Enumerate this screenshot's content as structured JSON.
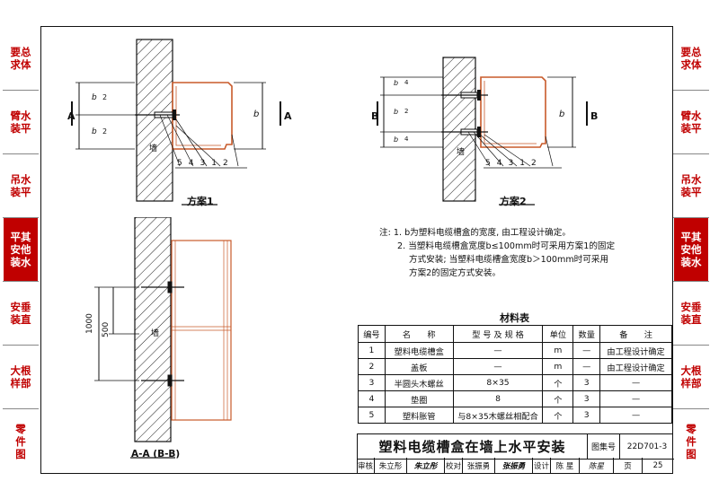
{
  "left_tabs": [
    {
      "label": "要总\n求体"
    },
    {
      "label": "臂水\n装平"
    },
    {
      "label": "吊水\n装平"
    },
    {
      "label": "平其\n安他\n装水"
    },
    {
      "label": "安垂\n装直"
    },
    {
      "label": "大根\n样部"
    },
    {
      "label": "零\n件\n图"
    }
  ],
  "right_tabs": [
    {
      "label": "要总\n求体"
    },
    {
      "label": "臂水\n装平"
    },
    {
      "label": "吊水\n装平"
    },
    {
      "label": "平其\n安他\n装水"
    },
    {
      "label": "安垂\n装直"
    },
    {
      "label": "大根\n样部"
    },
    {
      "label": "零\n件\n图"
    }
  ],
  "diagram1": {
    "caption": "方案1",
    "section_mark": "A",
    "wall_label": "墙",
    "dim_b": "b",
    "dim_b2": "2",
    "callouts": [
      "5",
      "4",
      "3",
      "1",
      "2"
    ]
  },
  "diagram2": {
    "caption": "方案2",
    "section_mark": "B",
    "wall_label": "墙",
    "dim_b": "b",
    "dim_b2": "2",
    "dim_b4": "4",
    "callouts": [
      "5",
      "4",
      "3",
      "1",
      "2"
    ]
  },
  "diagram3": {
    "caption": "A-A  (B-B)",
    "wall_label": "墙",
    "dim_1000": "1000",
    "dim_500": "500"
  },
  "notes": {
    "line1": "注: 1. b为塑料电缆槽盒的宽度, 由工程设计确定。",
    "line2": "2. 当塑料电缆槽盒宽度b≤100mm时可采用方案1的固定",
    "line3": "方式安装; 当塑料电缆槽盒宽度b＞100mm时可采用",
    "line4": "方案2的固定方式安装。"
  },
  "materials": {
    "title": "材料表",
    "headers": [
      "编号",
      "名　　称",
      "型 号 及 规 格",
      "单位",
      "数量",
      "备　　注"
    ],
    "rows": [
      [
        "1",
        "塑料电缆槽盒",
        "—",
        "m",
        "—",
        "由工程设计确定"
      ],
      [
        "2",
        "盖板",
        "—",
        "m",
        "—",
        "由工程设计确定"
      ],
      [
        "3",
        "半圆头木螺丝",
        "8×35",
        "个",
        "3",
        "—"
      ],
      [
        "4",
        "垫圈",
        "8",
        "个",
        "3",
        "—"
      ],
      [
        "5",
        "塑料胀管",
        "与8×35木螺丝相配合",
        "个",
        "3",
        "—"
      ]
    ]
  },
  "title_block": {
    "title": "塑料电缆槽盒在墙上水平安装",
    "atlas_label": "图集号",
    "atlas_no": "22D701-3",
    "review_label": "审核",
    "reviewer": "朱立彤",
    "review_sig": "朱立彤",
    "check_label": "校对",
    "checker": "张振勇",
    "check_sig": "张振勇",
    "design_label": "设计",
    "designer": "陈 星",
    "design_sig": "陈星",
    "page_label": "页",
    "page_no": "25"
  }
}
